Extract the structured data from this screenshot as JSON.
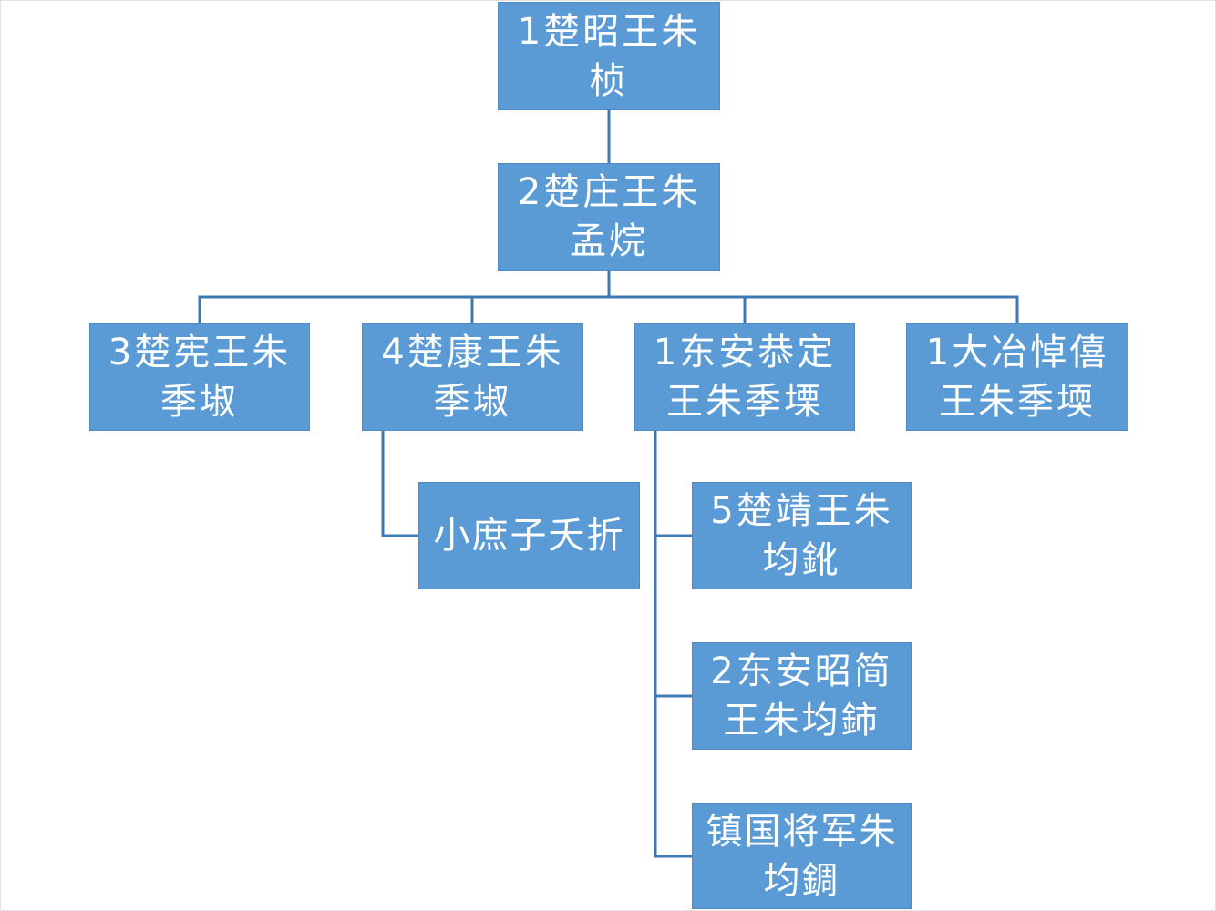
{
  "diagram": {
    "nodes": {
      "n1": "1楚昭王朱桢",
      "n2": "2楚庄王朱孟烷",
      "n3": "3楚宪王朱季埱",
      "n4": "4楚康王朱季埱",
      "n5": "1东安恭定王朱季塛",
      "n6": "1大冶悼僖王朱季堧",
      "n7": "小庶子夭折",
      "n8": "5楚靖王朱均鈋",
      "n9": "2东安昭简王朱均鈰",
      "n10": "镇国将军朱均錭"
    },
    "colors": {
      "node_fill": "#5b9bd5",
      "connector": "#3f79b3",
      "text": "#ffffff"
    }
  }
}
